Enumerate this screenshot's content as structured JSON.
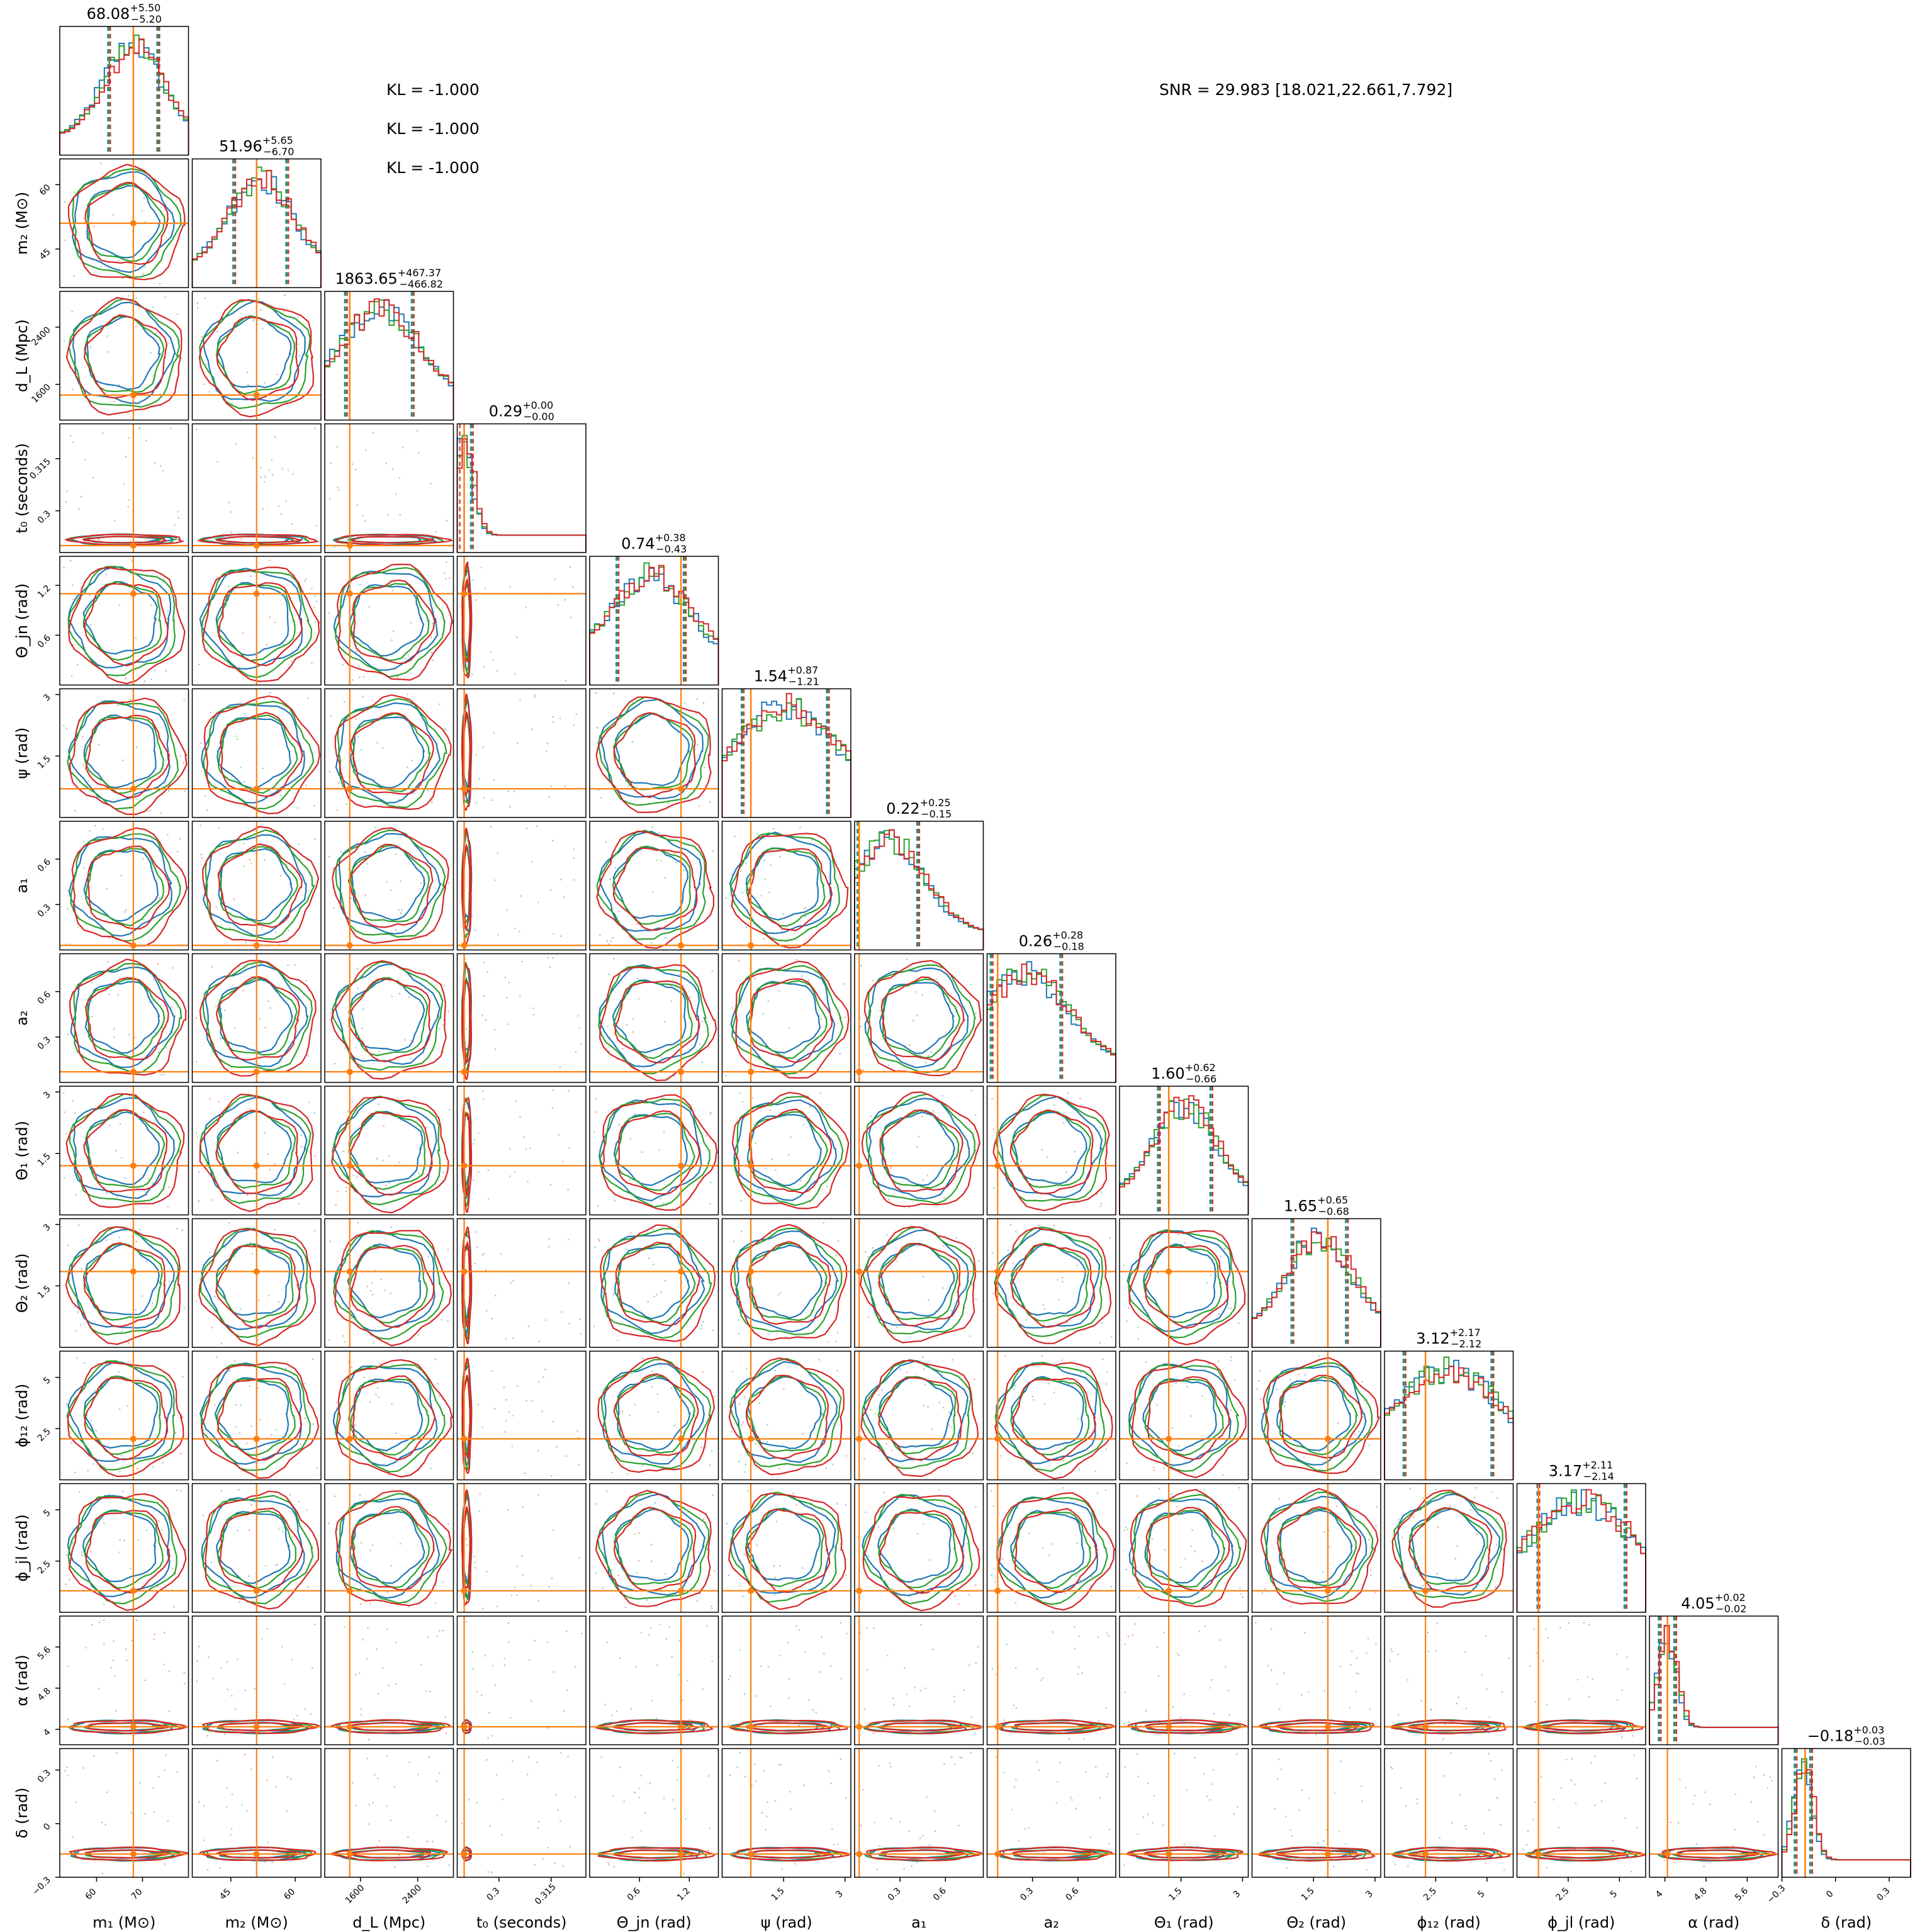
{
  "chart_data": {
    "type": "corner",
    "parameters": [
      {
        "key": "m1",
        "label": "m₁ (M⊙)",
        "range": [
          52,
          80
        ],
        "ticks": [
          60,
          70
        ],
        "truth": 68.0,
        "summary": {
          "median": "68.08",
          "plus": "+5.50",
          "minus": "−5.20"
        }
      },
      {
        "key": "m2",
        "label": "m₂ (M⊙)",
        "range": [
          36,
          66
        ],
        "ticks": [
          45,
          60
        ],
        "truth": 51.0,
        "summary": {
          "median": "51.96",
          "plus": "+5.65",
          "minus": "−6.70"
        }
      },
      {
        "key": "dL",
        "label": "d_L (Mpc)",
        "range": [
          1100,
          2900
        ],
        "ticks": [
          1600,
          2400
        ],
        "truth": 1450,
        "summary": {
          "median": "1863.65",
          "plus": "+467.37",
          "minus": "−466.82"
        }
      },
      {
        "key": "t0",
        "label": "t₀ (seconds)",
        "range": [
          0.288,
          0.325
        ],
        "ticks": [
          0.3,
          0.315
        ],
        "truth": 0.29,
        "summary": {
          "median": "0.29",
          "plus": "+0.00",
          "minus": "−0.00"
        }
      },
      {
        "key": "theta_jn",
        "label": "Θ_jn (rad)",
        "range": [
          0.0,
          1.55
        ],
        "ticks": [
          0.6,
          1.2
        ],
        "truth": 1.1,
        "summary": {
          "median": "0.74",
          "plus": "+0.38",
          "minus": "−0.43"
        }
      },
      {
        "key": "psi",
        "label": "ψ (rad)",
        "range": [
          0.0,
          3.14
        ],
        "ticks": [
          1.5,
          3.0
        ],
        "truth": 0.7,
        "summary": {
          "median": "1.54",
          "plus": "+0.87",
          "minus": "−1.21"
        }
      },
      {
        "key": "a1",
        "label": "a₁",
        "range": [
          0.0,
          0.85
        ],
        "ticks": [
          0.3,
          0.6
        ],
        "truth": 0.03,
        "summary": {
          "median": "0.22",
          "plus": "+0.25",
          "minus": "−0.15"
        }
      },
      {
        "key": "a2",
        "label": "a₂",
        "range": [
          0.0,
          0.85
        ],
        "ticks": [
          0.3,
          0.6
        ],
        "truth": 0.07,
        "summary": {
          "median": "0.26",
          "plus": "+0.28",
          "minus": "−0.18"
        }
      },
      {
        "key": "theta1",
        "label": "Θ₁ (rad)",
        "range": [
          0.0,
          3.14
        ],
        "ticks": [
          1.5,
          3.0
        ],
        "truth": 1.2,
        "summary": {
          "median": "1.60",
          "plus": "+0.62",
          "minus": "−0.66"
        }
      },
      {
        "key": "theta2",
        "label": "Θ₂ (rad)",
        "range": [
          0.0,
          3.14
        ],
        "ticks": [
          1.5,
          3.0
        ],
        "truth": 1.85,
        "summary": {
          "median": "1.65",
          "plus": "+0.65",
          "minus": "−0.68"
        }
      },
      {
        "key": "phi12",
        "label": "ϕ₁₂ (rad)",
        "range": [
          0.0,
          6.28
        ],
        "ticks": [
          2.5,
          5.0
        ],
        "truth": 2.0,
        "summary": {
          "median": "3.12",
          "plus": "+2.17",
          "minus": "−2.12"
        }
      },
      {
        "key": "phijl",
        "label": "ϕ_jl (rad)",
        "range": [
          0.0,
          6.28
        ],
        "ticks": [
          2.5,
          5.0
        ],
        "truth": 1.05,
        "summary": {
          "median": "3.17",
          "plus": "+2.11",
          "minus": "−2.14"
        }
      },
      {
        "key": "alpha",
        "label": "α (rad)",
        "range": [
          3.7,
          6.2
        ],
        "ticks": [
          4.0,
          4.8,
          5.6
        ],
        "truth": 4.05,
        "summary": {
          "median": "4.05",
          "plus": "+0.02",
          "minus": "−0.02"
        }
      },
      {
        "key": "delta",
        "label": "δ (rad)",
        "range": [
          -0.3,
          0.42
        ],
        "ticks": [
          -0.3,
          0.0,
          0.3
        ],
        "truth": -0.17,
        "summary": {
          "median": "−0.18",
          "plus": "+0.03",
          "minus": "−0.03"
        }
      }
    ],
    "series_colors": [
      "#1f77b4",
      "#2ca02c",
      "#d62728"
    ],
    "truth_color": "#ff7f0e",
    "kl_lines": [
      "KL = -1.000",
      "KL = -1.000",
      "KL = -1.000"
    ],
    "snr_text": "SNR = 29.983 [18.021,22.661,7.792]"
  }
}
